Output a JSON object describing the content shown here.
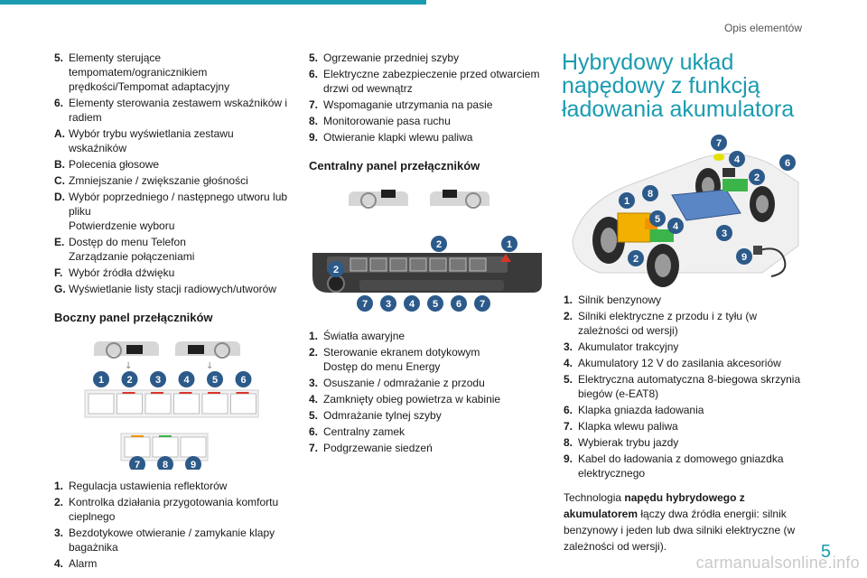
{
  "header": {
    "section": "Opis elementów",
    "page_number": "5"
  },
  "col1": {
    "list_a": [
      {
        "key": "5.",
        "lines": [
          "Elementy sterujące tempomatem/ogranicznikiem prędkości/Tempomat adaptacyjny"
        ]
      },
      {
        "key": "6.",
        "lines": [
          "Elementy sterowania zestawem wskaźników i radiem"
        ]
      },
      {
        "key": "A.",
        "lines": [
          "Wybór trybu wyświetlania zestawu wskaźników"
        ]
      },
      {
        "key": "B.",
        "lines": [
          "Polecenia głosowe"
        ]
      },
      {
        "key": "C.",
        "lines": [
          "Zmniejszanie / zwiększanie głośności"
        ]
      },
      {
        "key": "D.",
        "lines": [
          "Wybór poprzedniego / następnego utworu lub pliku",
          "Potwierdzenie wyboru"
        ]
      },
      {
        "key": "E.",
        "lines": [
          "Dostęp do menu Telefon",
          "Zarządzanie połączeniami"
        ]
      },
      {
        "key": "F.",
        "lines": [
          "Wybór źródła dźwięku"
        ]
      },
      {
        "key": "G.",
        "lines": [
          "Wyświetlanie listy stacji radiowych/utworów"
        ]
      }
    ],
    "heading": "Boczny panel przełączników",
    "list_b": [
      {
        "key": "1.",
        "lines": [
          "Regulacja ustawienia reflektorów"
        ]
      },
      {
        "key": "2.",
        "lines": [
          "Kontrolka działania przygotowania komfortu cieplnego"
        ]
      },
      {
        "key": "3.",
        "lines": [
          "Bezdotykowe otwieranie / zamykanie klapy bagażnika"
        ]
      },
      {
        "key": "4.",
        "lines": [
          "Alarm"
        ]
      }
    ],
    "badges_top": [
      "1",
      "2",
      "3",
      "4",
      "5",
      "6"
    ],
    "badges_bottom": [
      "7",
      "8",
      "9"
    ]
  },
  "col2": {
    "list_a": [
      {
        "key": "5.",
        "lines": [
          "Ogrzewanie przedniej szyby"
        ]
      },
      {
        "key": "6.",
        "lines": [
          "Elektryczne zabezpieczenie przed otwarciem drzwi od wewnątrz"
        ]
      },
      {
        "key": "7.",
        "lines": [
          "Wspomaganie utrzymania na pasie"
        ]
      },
      {
        "key": "8.",
        "lines": [
          "Monitorowanie pasa ruchu"
        ]
      },
      {
        "key": "9.",
        "lines": [
          "Otwieranie klapki wlewu paliwa"
        ]
      }
    ],
    "heading": "Centralny panel przełączników",
    "list_b": [
      {
        "key": "1.",
        "lines": [
          "Światła awaryjne"
        ]
      },
      {
        "key": "2.",
        "lines": [
          "Sterowanie ekranem dotykowym",
          "Dostęp do menu Energy"
        ]
      },
      {
        "key": "3.",
        "lines": [
          "Osuszanie / odmrażanie z przodu"
        ]
      },
      {
        "key": "4.",
        "lines": [
          "Zamknięty obieg powietrza w kabinie"
        ]
      },
      {
        "key": "5.",
        "lines": [
          "Odmrażanie tylnej szyby"
        ]
      },
      {
        "key": "6.",
        "lines": [
          "Centralny zamek"
        ]
      },
      {
        "key": "7.",
        "lines": [
          "Podgrzewanie siedzeń"
        ]
      }
    ],
    "badges_upper": [
      "2",
      "1"
    ],
    "badge_left": "2",
    "badges_lower": [
      "7",
      "3",
      "4",
      "5",
      "6",
      "7"
    ]
  },
  "col3": {
    "title": "Hybrydowy układ napędowy z funkcją ładowania akumulatora",
    "list": [
      {
        "key": "1.",
        "lines": [
          "Silnik benzynowy"
        ]
      },
      {
        "key": "2.",
        "lines": [
          "Silniki elektryczne z przodu i z tyłu (w zależności od wersji)"
        ]
      },
      {
        "key": "3.",
        "lines": [
          "Akumulator trakcyjny"
        ]
      },
      {
        "key": "4.",
        "lines": [
          "Akumulatory 12 V do zasilania akcesoriów"
        ]
      },
      {
        "key": "5.",
        "lines": [
          "Elektryczna automatyczna 8-biegowa skrzynia biegów (e-EAT8)"
        ]
      },
      {
        "key": "6.",
        "lines": [
          "Klapka gniazda ładowania"
        ]
      },
      {
        "key": "7.",
        "lines": [
          "Klapka wlewu paliwa"
        ]
      },
      {
        "key": "8.",
        "lines": [
          "Wybierak trybu jazdy"
        ]
      },
      {
        "key": "9.",
        "lines": [
          "Kabel do ładowania z domowego gniazdka elektrycznego"
        ]
      }
    ],
    "paragraph": {
      "pre": "Technologia ",
      "bold1": "napędu hybrydowego z akumulatorem",
      "post": " łączy dwa źródła energii: silnik benzynowy i jeden lub dwa silniki elektryczne (w zależności od wersji)."
    },
    "badges": [
      "7",
      "4",
      "6",
      "2",
      "8",
      "1",
      "5",
      "4",
      "3",
      "2",
      "9"
    ]
  },
  "watermark": "carmanualsonline.info",
  "colors": {
    "accent": "#1a9bb0",
    "badge": "#2c5a8a",
    "red": "#d9342b",
    "green": "#3bb54a",
    "orange": "#f39200"
  }
}
